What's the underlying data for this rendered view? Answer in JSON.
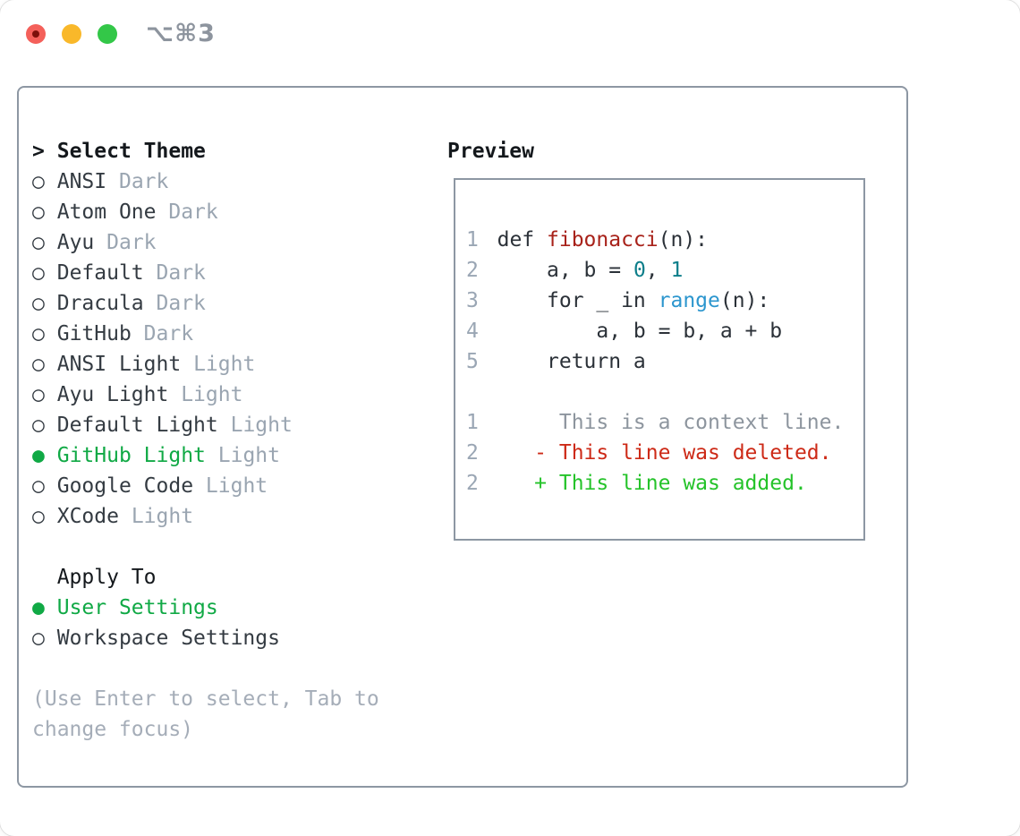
{
  "window": {
    "title": "⌥⌘3",
    "traffic_lights": [
      "close",
      "minimize",
      "zoom"
    ]
  },
  "theme_picker": {
    "prompt": ">",
    "title": "Select Theme",
    "bullet_selected": "●",
    "bullet_unselected": "○",
    "themes": [
      {
        "name": "ANSI",
        "variant": "Dark",
        "selected": false
      },
      {
        "name": "Atom One",
        "variant": "Dark",
        "selected": false
      },
      {
        "name": "Ayu",
        "variant": "Dark",
        "selected": false
      },
      {
        "name": "Default",
        "variant": "Dark",
        "selected": false
      },
      {
        "name": "Dracula",
        "variant": "Dark",
        "selected": false
      },
      {
        "name": "GitHub",
        "variant": "Dark",
        "selected": false
      },
      {
        "name": "ANSI Light",
        "variant": "Light",
        "selected": false
      },
      {
        "name": "Ayu Light",
        "variant": "Light",
        "selected": false
      },
      {
        "name": "Default Light",
        "variant": "Light",
        "selected": false
      },
      {
        "name": "GitHub Light",
        "variant": "Light",
        "selected": true
      },
      {
        "name": "Google Code",
        "variant": "Light",
        "selected": false
      },
      {
        "name": "XCode",
        "variant": "Light",
        "selected": false
      }
    ],
    "apply_to": {
      "title": "Apply To",
      "options": [
        {
          "label": "User Settings",
          "selected": true
        },
        {
          "label": "Workspace Settings",
          "selected": false
        }
      ]
    },
    "hint_line1": "(Use Enter to select, Tab to",
    "hint_line2": "change focus)"
  },
  "preview": {
    "title": "Preview",
    "code_lines": [
      {
        "num": "1",
        "tokens": [
          {
            "text": "def ",
            "color": "default"
          },
          {
            "text": "fibonacci",
            "color": "function"
          },
          {
            "text": "(n):",
            "color": "default"
          }
        ]
      },
      {
        "num": "2",
        "tokens": [
          {
            "text": "    a, b = ",
            "color": "default"
          },
          {
            "text": "0",
            "color": "number"
          },
          {
            "text": ", ",
            "color": "default"
          },
          {
            "text": "1",
            "color": "number"
          }
        ]
      },
      {
        "num": "3",
        "tokens": [
          {
            "text": "    for _ in ",
            "color": "default"
          },
          {
            "text": "range",
            "color": "builtin"
          },
          {
            "text": "(n):",
            "color": "default"
          }
        ]
      },
      {
        "num": "4",
        "tokens": [
          {
            "text": "        a, b = b, a + b",
            "color": "default"
          }
        ]
      },
      {
        "num": "5",
        "tokens": [
          {
            "text": "    return a",
            "color": "default"
          }
        ]
      },
      {
        "num": "",
        "tokens": []
      },
      {
        "num": "1",
        "tokens": [
          {
            "text": "     This is a context line.",
            "color": "context"
          }
        ]
      },
      {
        "num": "2",
        "tokens": [
          {
            "text": "   - This line was deleted.",
            "color": "deleted"
          }
        ]
      },
      {
        "num": "2",
        "tokens": [
          {
            "text": "   + This line was added.",
            "color": "added"
          }
        ]
      }
    ]
  },
  "colors": {
    "text-black": "#14181c",
    "text-dark": "#343b42",
    "muted": "#9aa5b1",
    "muted-dark": "#8d949e",
    "hint": "#a5adb8",
    "line-number": "#9aa6b4",
    "panel-border": "#8d97a3",
    "green-selected": "#10a945",
    "code-dark": "#2b3138",
    "code-function": "#a8221a",
    "code-number": "#0d7e8a",
    "code-builtin": "#2c96ce",
    "code-context": "#8d959e",
    "code-deleted": "#cd2a17",
    "code-added": "#25c32a",
    "traffic-red": "#f4605a",
    "traffic-red-dot": "#7c100a",
    "traffic-yellow": "#f9b82a",
    "traffic-green": "#33c748"
  }
}
